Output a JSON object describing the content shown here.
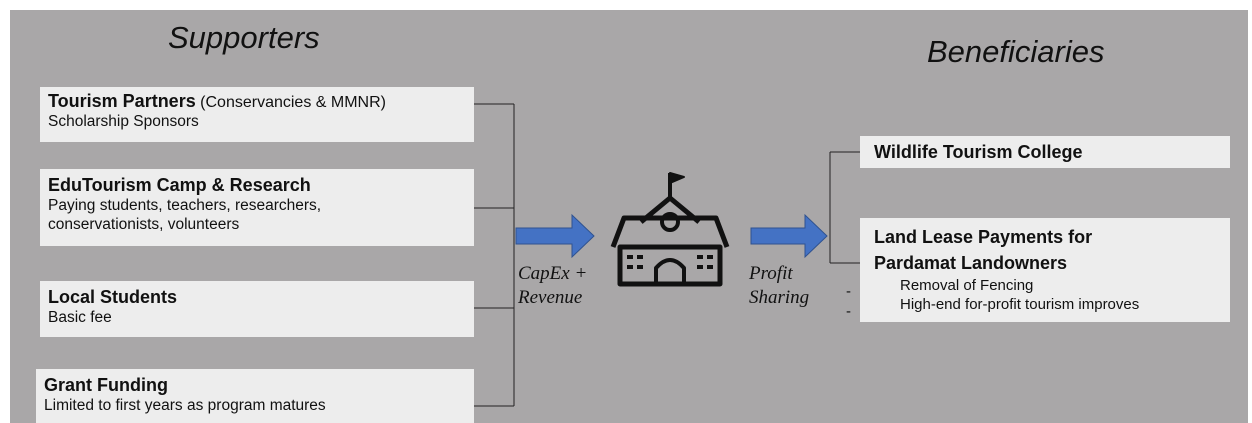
{
  "headings": {
    "supporters": "Supporters",
    "beneficiaries": "Beneficiaries"
  },
  "supporters": [
    {
      "title": "Tourism Partners",
      "paren": "(Conservancies & MMNR)",
      "lines": [
        "Scholarship Sponsors"
      ]
    },
    {
      "title": "EduTourism Camp & Research",
      "lines": [
        "Paying students, teachers, researchers,",
        "conservationists, volunteers"
      ]
    },
    {
      "title": "Local Students",
      "lines": [
        "Basic fee"
      ]
    },
    {
      "title": "Grant Funding",
      "lines": [
        "Limited to first years as program matures"
      ]
    }
  ],
  "flows": {
    "capex_line1": "CapEx +",
    "capex_line2": "Revenue",
    "profit_line1": "Profit",
    "profit_line2": "Sharing"
  },
  "center": {
    "icon": "school-building-icon"
  },
  "beneficiaries": [
    {
      "title": "Wildlife Tourism College"
    },
    {
      "title_line1": "Land Lease Payments for",
      "title_line2": "Pardamat Landowners",
      "bullets": [
        "Removal of Fencing",
        "High-end for-profit tourism improves"
      ]
    }
  ],
  "colors": {
    "background": "#a9a7a8",
    "box": "#ededed",
    "arrow": "#4472c4"
  }
}
